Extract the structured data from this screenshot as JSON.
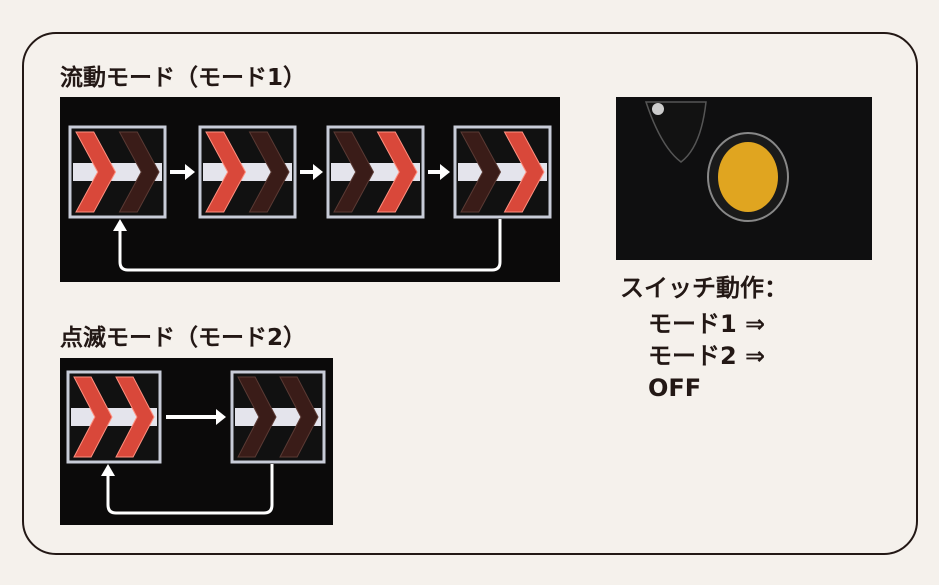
{
  "mode1": {
    "title": "流動モード（モード1）",
    "frames": [
      [
        true,
        false
      ],
      [
        true,
        false
      ],
      [
        false,
        true
      ],
      [
        false,
        true
      ]
    ]
  },
  "mode2": {
    "title": "点滅モード（モード2）",
    "frames": [
      [
        true,
        true
      ],
      [
        false,
        false
      ]
    ]
  },
  "switch": {
    "heading": "スイッチ動作：",
    "steps": [
      "モード1 ⇒",
      "モード2 ⇒",
      "OFF"
    ],
    "button_color": "#e0a520"
  },
  "colors": {
    "lit": "#d9483a",
    "dark": "#3a1c18",
    "panel": "#0b0a0a",
    "frame": "#231815"
  }
}
